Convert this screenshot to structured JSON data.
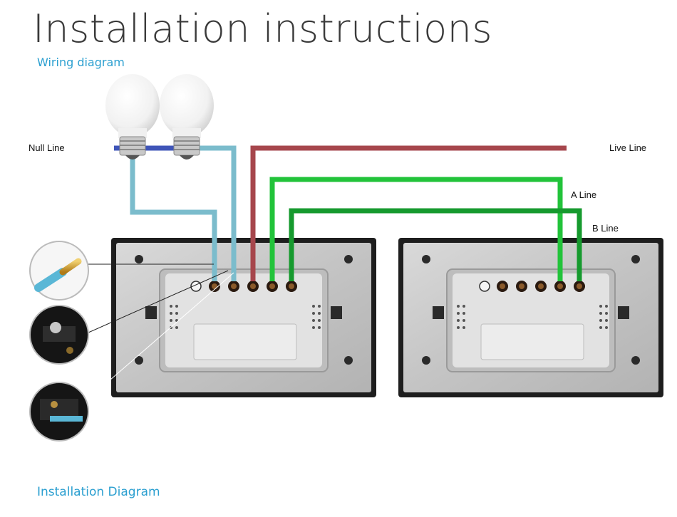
{
  "header": {
    "title": "Installation instructions",
    "subtitle": "Wiring diagram"
  },
  "labels": {
    "null_line": "Null Line",
    "live_line": "Live Line",
    "a_line": "A Line",
    "b_line": "B Line"
  },
  "footer": {
    "caption": "Installation Diagram"
  },
  "colors": {
    "accent": "#2b9fd0",
    "live_wire": "#a6464c",
    "load_wire": "#7bbccc",
    "a_wire": "#22c33a",
    "b_wire": "#169a2e",
    "null_wire": "#3f55b8"
  }
}
